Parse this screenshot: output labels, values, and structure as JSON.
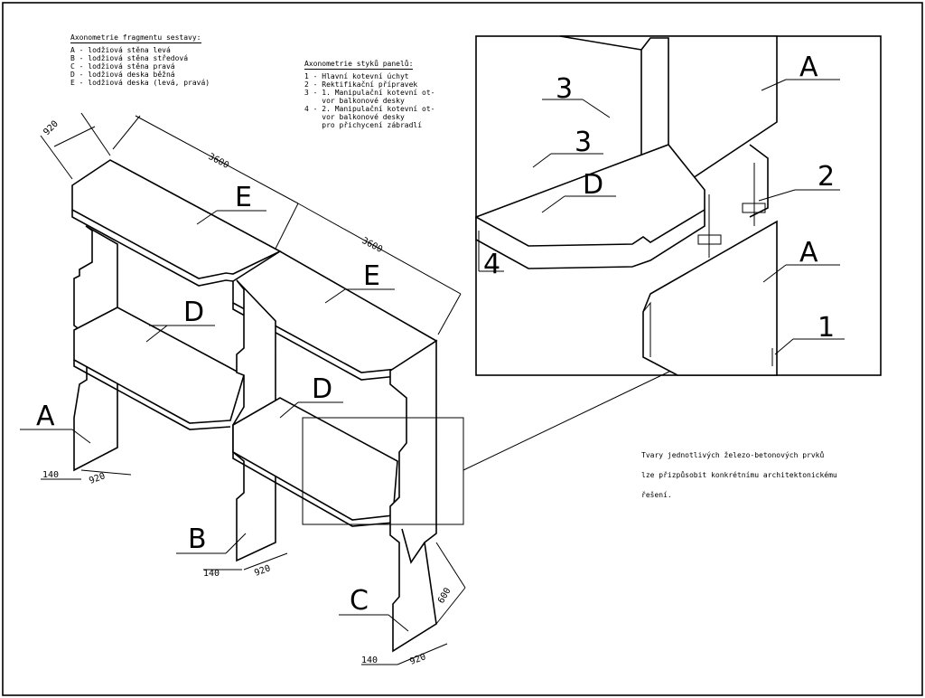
{
  "legend_assembly": {
    "title": "Axonometrie fragmentu sestavy:",
    "items": [
      "A - lodžiová stěna levá",
      "B - lodžiová stěna středová",
      "C - lodžiová stěna pravá",
      "D - lodžiová deska běžná",
      "E - lodžiová deska (levá, pravá)"
    ]
  },
  "legend_joints": {
    "title": "Axonometrie styků panelů:",
    "items": [
      "1 - Hlavní kotevní úchyt",
      "2 - Rektifikační přípravek",
      "3 - 1. Manipulační kotevní ot-\n    vor balkonové desky",
      "4 - 2. Manipulační kotevní ot-\n    vor balkonové desky\n    pro přichycení zábradlí"
    ]
  },
  "note": {
    "line1": "Tvary jednotlivých železo-betonových prvků",
    "line2": "lze přizpůsobit konkrétnímu architektonickému",
    "line3": "řešení."
  },
  "main_labels": {
    "A": "A",
    "B": "B",
    "C": "C",
    "D1": "D",
    "D2": "D",
    "E1": "E",
    "E2": "E"
  },
  "dimensions": {
    "depth_top": "920",
    "length_1": "3600",
    "length_2": "3600",
    "a_thick": "140",
    "a_width": "920",
    "b_thick": "140",
    "b_width": "920",
    "c_thick": "140",
    "c_width": "920",
    "c_height": "600"
  },
  "detail_labels": {
    "n3a": "3",
    "n3b": "3",
    "D": "D",
    "A1": "A",
    "n2": "2",
    "A2": "A",
    "n1": "1",
    "n4": "4"
  }
}
